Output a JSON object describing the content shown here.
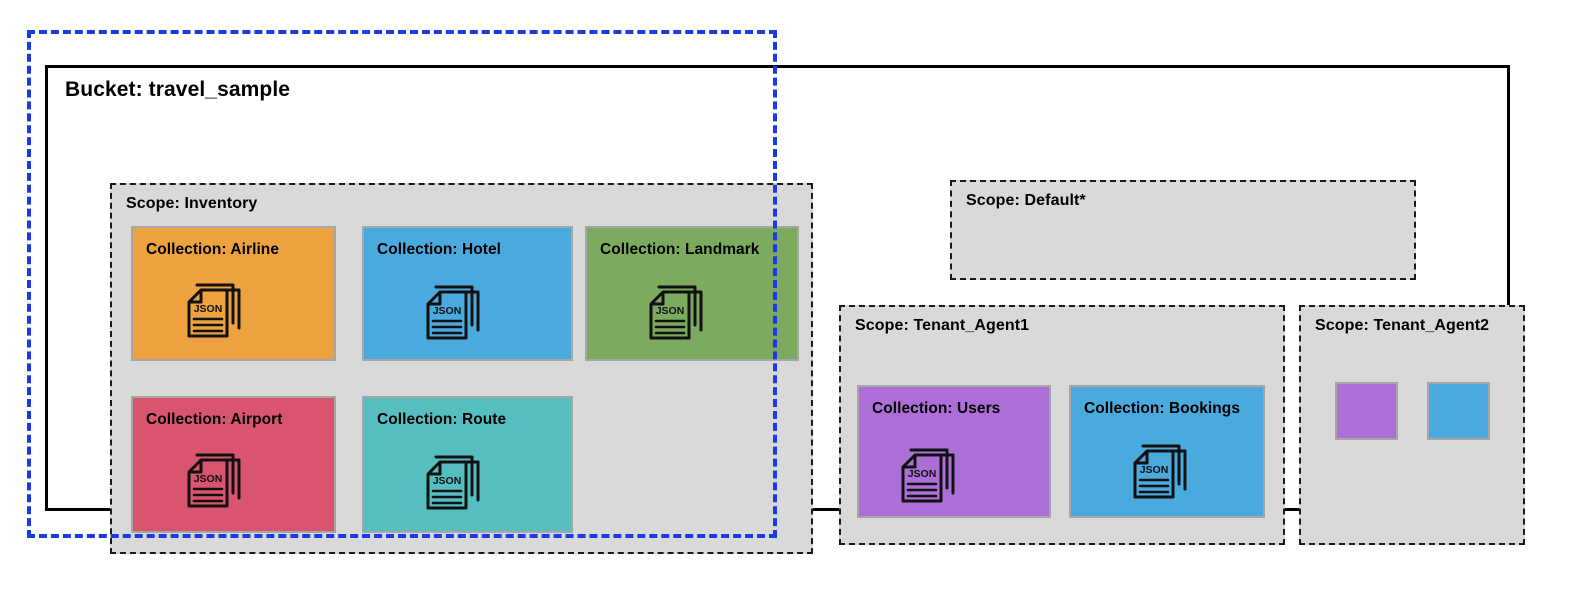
{
  "diagram": {
    "bucket": {
      "title": "Bucket: travel_sample"
    },
    "scopes": [
      {
        "id": "inventory",
        "title": "Scope: Inventory",
        "collections": [
          {
            "id": "airline",
            "label": "Collection: Airline",
            "color": "#eda23f",
            "icon": "json-documents-icon"
          },
          {
            "id": "hotel",
            "label": "Collection: Hotel",
            "color": "#4aa9dd",
            "icon": "json-documents-icon"
          },
          {
            "id": "landmark",
            "label": "Collection: Landmark",
            "color": "#7cab60",
            "icon": "json-documents-icon"
          },
          {
            "id": "airport",
            "label": "Collection: Airport",
            "color": "#d9546f",
            "icon": "json-documents-icon"
          },
          {
            "id": "route",
            "label": "Collection: Route",
            "color": "#56bec0",
            "icon": "json-documents-icon"
          }
        ]
      },
      {
        "id": "default",
        "title": "Scope: Default*",
        "collections": []
      },
      {
        "id": "tenant_agent1",
        "title": "Scope: Tenant_Agent1",
        "collections": [
          {
            "id": "users",
            "label": "Collection: Users",
            "color": "#ad6ed8",
            "icon": "json-documents-icon"
          },
          {
            "id": "bookings",
            "label": "Collection: Bookings",
            "color": "#4aa9dd",
            "icon": "json-documents-icon"
          }
        ]
      },
      {
        "id": "tenant_agent2",
        "title": "Scope: Tenant_Agent2",
        "collections": [
          {
            "id": "swatch-purple",
            "label": "",
            "color": "#ad6ed8",
            "icon": ""
          },
          {
            "id": "swatch-blue",
            "label": "",
            "color": "#4aa9dd",
            "icon": ""
          }
        ]
      }
    ],
    "highlight": {
      "name": "selection-highlight",
      "color": "#1a39e8",
      "style": "dashed"
    },
    "icon_label": "JSON",
    "colors": {
      "scope_fill": "#d9d9d9",
      "scope_border": "#1a1a1a",
      "bucket_border": "#000000",
      "card_border": "#a6a6a6",
      "highlight": "#1a39e8"
    }
  }
}
